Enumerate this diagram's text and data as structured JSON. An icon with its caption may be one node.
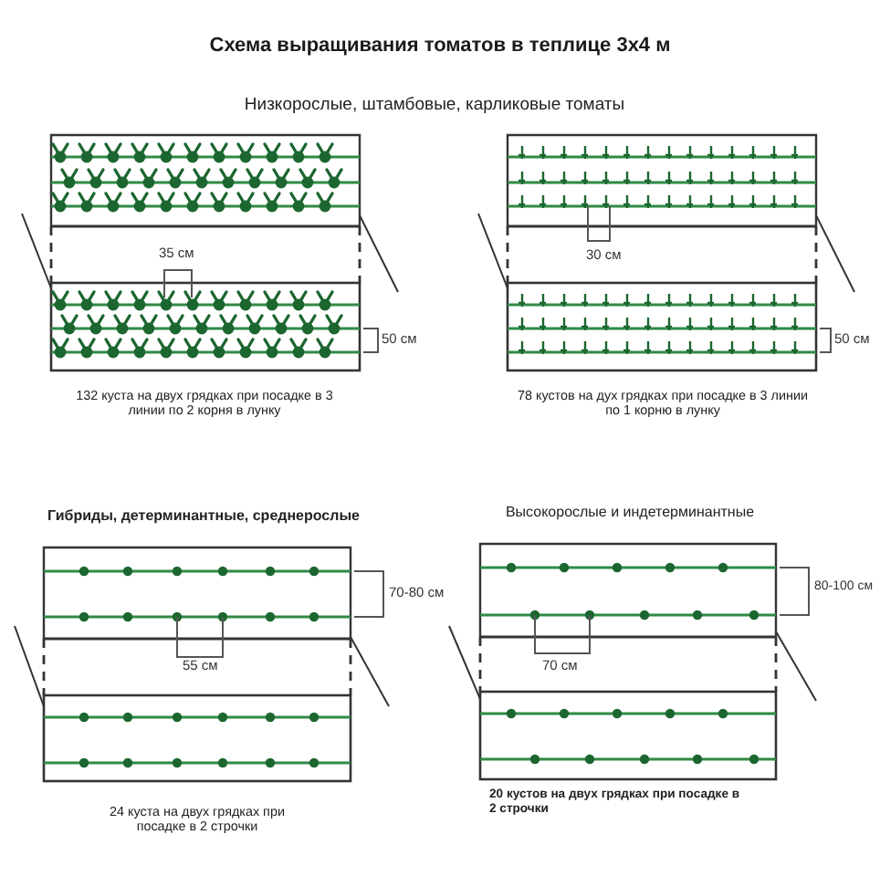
{
  "diagram": {
    "title": "Схема выращивания томатов в теплице 3х4 м",
    "labels": [
      "Низкорослые, штамбовые, карликовые томаты",
      "35 см",
      "50 см",
      "132 куста на двух грядках при посадке в 3 линии по 2 корня в лунку",
      "30 см",
      "50 см",
      "78 кустов на дух грядках при посадке в 3 линии по 1 корню в лунку",
      "Гибриды, детерминантные, среднерослые",
      "70-80 см",
      "55 см",
      "24 куста на двух грядках при посадке в 2 строчки",
      "Высокорослые и индетерминантные",
      "80-100 см",
      "70 см",
      "20 кустов на двух грядках при посадке в 2 строчки"
    ]
  }
}
